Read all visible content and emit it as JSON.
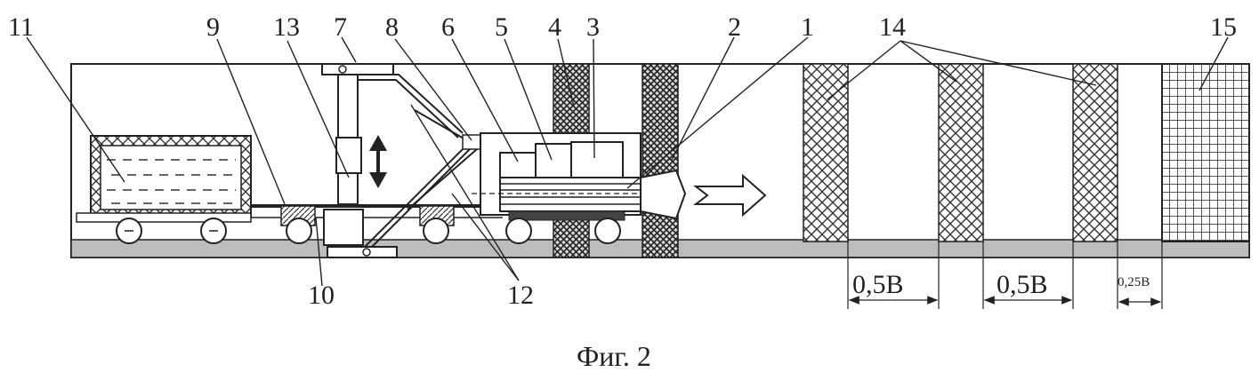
{
  "figure": {
    "caption": "Фиг. 2",
    "part_labels": {
      "n1": "1",
      "n2": "2",
      "n3": "3",
      "n4": "4",
      "n5": "5",
      "n6": "6",
      "n7": "7",
      "n8": "8",
      "n9": "9",
      "n10": "10",
      "n11": "11",
      "n12": "12",
      "n13": "13",
      "n14": "14",
      "n15": "15"
    },
    "dimensions": {
      "gap1": "0,5В",
      "gap2": "0,5В",
      "gap3": "0,25В"
    }
  }
}
